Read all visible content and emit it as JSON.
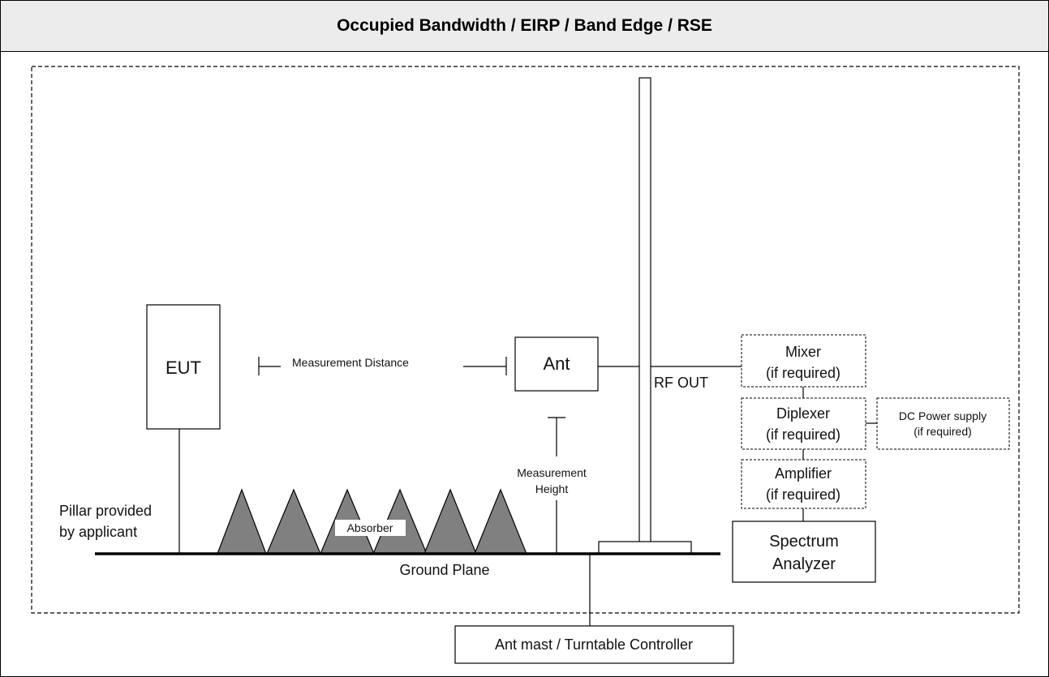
{
  "header": {
    "title": "Occupied Bandwidth / EIRP / Band Edge / RSE"
  },
  "diagram": {
    "eut": "EUT",
    "ant": "Ant",
    "measurement_distance": "Measurement Distance",
    "rf_out": "RF OUT",
    "measurement_height": [
      "Measurement",
      "Height"
    ],
    "pillar": [
      "Pillar provided",
      "by applicant"
    ],
    "absorber": "Absorber",
    "ground_plane": "Ground Plane",
    "mixer": [
      "Mixer",
      "(if required)"
    ],
    "diplexer": [
      "Diplexer",
      "(if required)"
    ],
    "dc_power": [
      "DC Power supply",
      "(if required)"
    ],
    "amplifier": [
      "Amplifier",
      "(if required)"
    ],
    "spectrum_analyzer": [
      "Spectrum",
      "Analyzer"
    ],
    "controller": "Ant mast / Turntable Controller"
  },
  "colors": {
    "absorber_fill": "#808080",
    "line": "#000000"
  }
}
